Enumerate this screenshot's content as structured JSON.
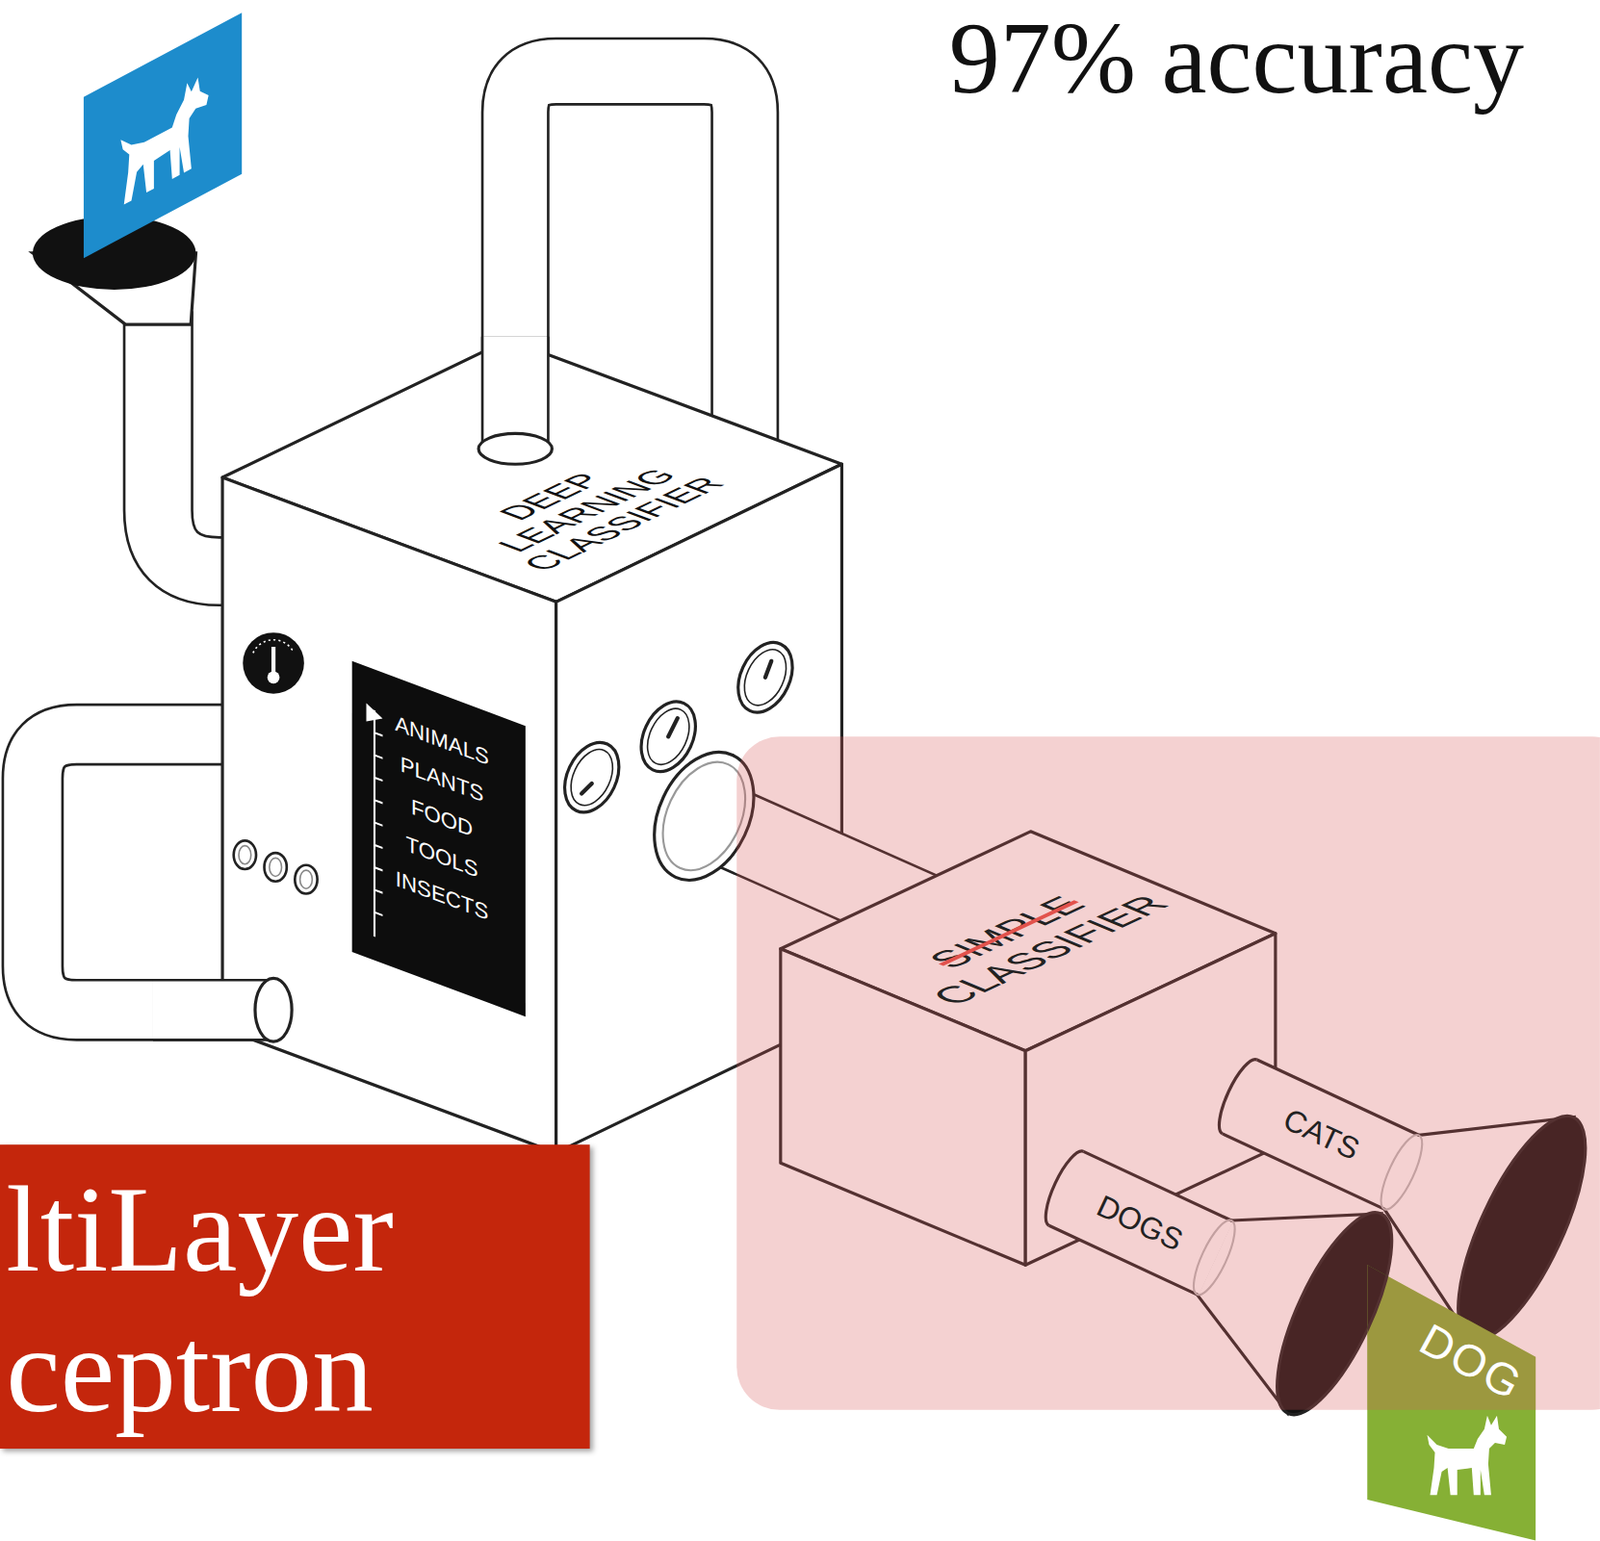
{
  "diagram": {
    "nodes": [
      {
        "text": [
          "DEEP LEARNING CLASSIFIER"
        ]
      },
      {
        "text": [
          "ANIMALS PLANTS FOOD TOOLS INSECTS"
        ],
        "in": 0
      },
      {
        "text": [
          "SIMPLE",
          "CLASSIFIER"
        ]
      },
      {
        "text": [
          "ltiLayer ceptron"
        ]
      },
      {
        "text": [
          "DOG"
        ]
      }
    ],
    "edges": [
      {
        "from": 0,
        "to": 2,
        "arrow": "none"
      }
    ],
    "labels": [
      "97% accuracy",
      "CATS",
      "DOGS"
    ]
  }
}
